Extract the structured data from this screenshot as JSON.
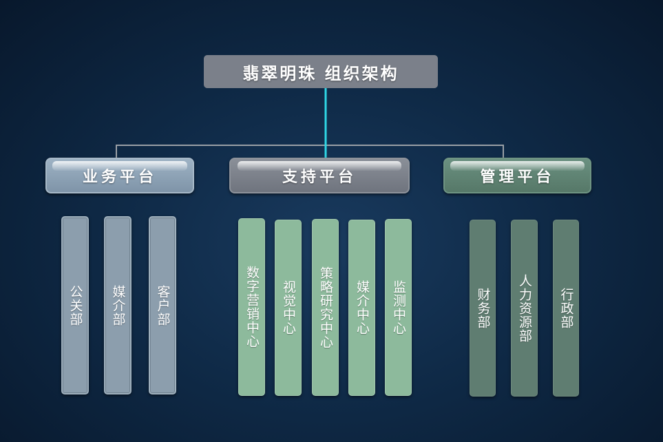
{
  "root": {
    "label": "翡翠明珠 组织架构"
  },
  "platforms": {
    "business": {
      "label": "业务平台"
    },
    "support": {
      "label": "支持平台"
    },
    "management": {
      "label": "管理平台"
    }
  },
  "departments": {
    "business": [
      "公关部",
      "媒介部",
      "客户部"
    ],
    "support": [
      "数字营销中心",
      "视觉中心",
      "策略研究中心",
      "媒介中心",
      "监测中心"
    ],
    "management": [
      "财务部",
      "人力资源部",
      "行政部"
    ]
  },
  "colors": {
    "background": "#0f2a47",
    "root": "#7b808a",
    "trunk_line": "#2fd8e6",
    "branch_line": "#9aa0a6",
    "business": "#8c9ead",
    "support": "#8dba9c",
    "management": "#5f7d71"
  }
}
